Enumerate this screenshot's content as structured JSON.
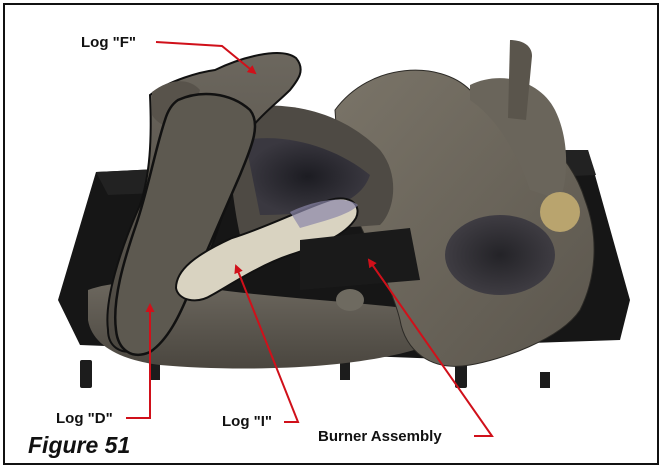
{
  "figure": {
    "caption": "Figure 51",
    "callouts": {
      "log_f": "Log \"F\"",
      "log_d": "Log \"D\"",
      "log_i": "Log \"I\"",
      "burner": "Burner Assembly"
    },
    "colors": {
      "leader_line": "#d0101a",
      "log_wood": "#5f5b53",
      "log_dark": "#3b3732",
      "log_i": "#d9d3c1",
      "burner_tray": "#151515",
      "outline": "#111111"
    }
  }
}
